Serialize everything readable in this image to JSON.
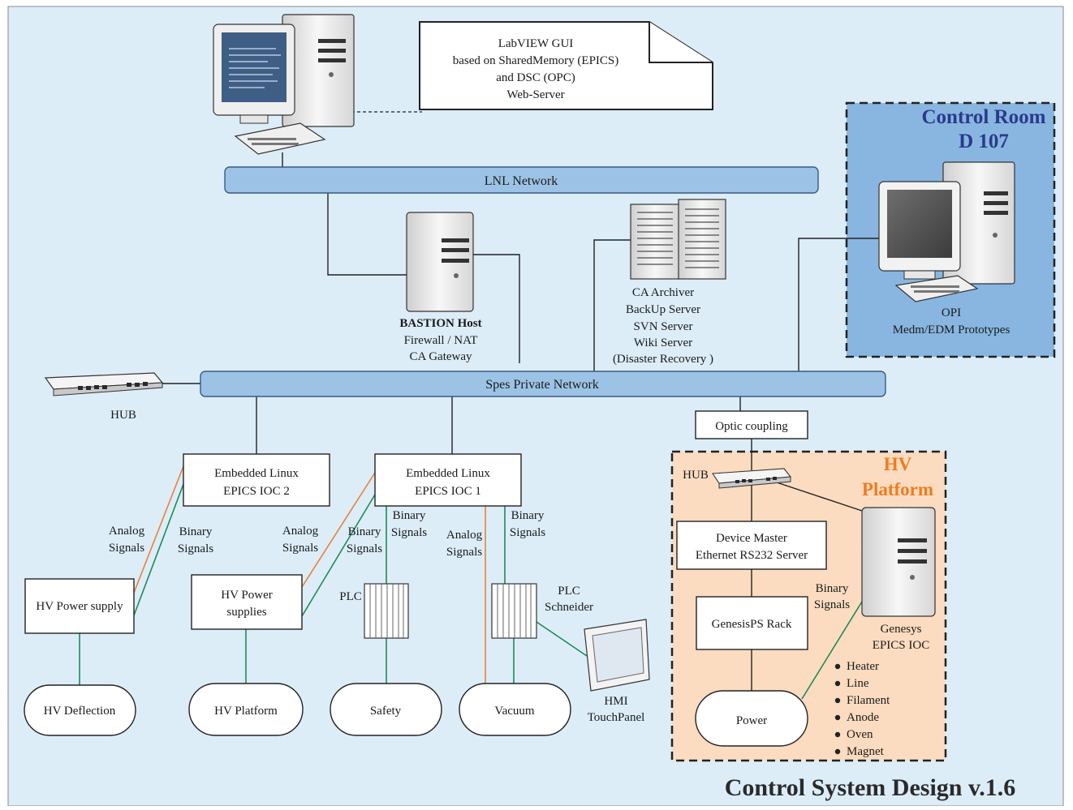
{
  "title": "Control System Design v.1.6",
  "note": {
    "lines": [
      "LabVIEW GUI",
      "based on SharedMemory (EPICS)",
      "and DSC (OPC)",
      "Web-Server"
    ]
  },
  "networks": {
    "lnl": "LNL Network",
    "spes": "Spes Private Network"
  },
  "bastion": {
    "lines": [
      "BASTION Host",
      "Firewall / NAT",
      "CA Gateway"
    ]
  },
  "archiver": {
    "lines": [
      "CA Archiver",
      "BackUp Server",
      "SVN Server",
      "Wiki Server",
      "(Disaster Recovery )"
    ]
  },
  "control_room": {
    "title_lines": [
      "Control Room",
      "D 107"
    ],
    "opi_lines": [
      "OPI",
      "Medm/EDM Prototypes"
    ]
  },
  "hub_left": "HUB",
  "hub_hv": "HUB",
  "optic": "Optic coupling",
  "hv_platform_area": {
    "title_lines": [
      "HV",
      "Platform"
    ]
  },
  "ioc2": {
    "lines": [
      "Embedded Linux",
      "EPICS IOC 2"
    ]
  },
  "ioc1": {
    "lines": [
      "Embedded Linux",
      "EPICS IOC 1"
    ]
  },
  "device_master": {
    "lines": [
      "Device Master",
      "Ethernet RS232 Server"
    ]
  },
  "genesis_rack": "GenesisPS Rack",
  "genesys_ioc": {
    "lines": [
      "Genesys",
      "EPICS IOC"
    ]
  },
  "hv_power_supply": "HV Power supply",
  "hv_power_supplies": {
    "lines": [
      "HV Power",
      "supplies"
    ]
  },
  "plc": "PLC",
  "plc_schneider": {
    "lines": [
      "PLC",
      "Schneider"
    ]
  },
  "hmi": {
    "lines": [
      "HMI",
      "TouchPanel"
    ]
  },
  "signals": {
    "analog_1": [
      "Analog",
      "Signals"
    ],
    "binary_1": [
      "Binary",
      "Signals"
    ],
    "analog_2": [
      "Analog",
      "Signals"
    ],
    "binary_2": [
      "Binary",
      "Signals"
    ],
    "binary_3": [
      "Binary",
      "Signals"
    ],
    "analog_3": [
      "Analog",
      "Signals"
    ],
    "binary_4": [
      "Binary",
      "Signals"
    ],
    "binary_hv": [
      "Binary",
      "Signals"
    ]
  },
  "endpoints": {
    "hv_deflection": "HV Deflection",
    "hv_platform": "HV Platform",
    "safety": "Safety",
    "vacuum": "Vacuum",
    "power": "Power"
  },
  "genesys_items": [
    "Heater",
    "Line",
    "Filament",
    "Anode",
    "Oven",
    "Magnet"
  ],
  "colors": {
    "background": "#dcedf8",
    "bus": "#9cc3e6",
    "control_room": "#88b6e0",
    "hv_platform_area": "#fcdcc0",
    "green_link": "#1e8a55",
    "orange_link": "#e8823a",
    "control_room_title": "#2b3a8c",
    "hv_platform_title": "#f07c20"
  }
}
